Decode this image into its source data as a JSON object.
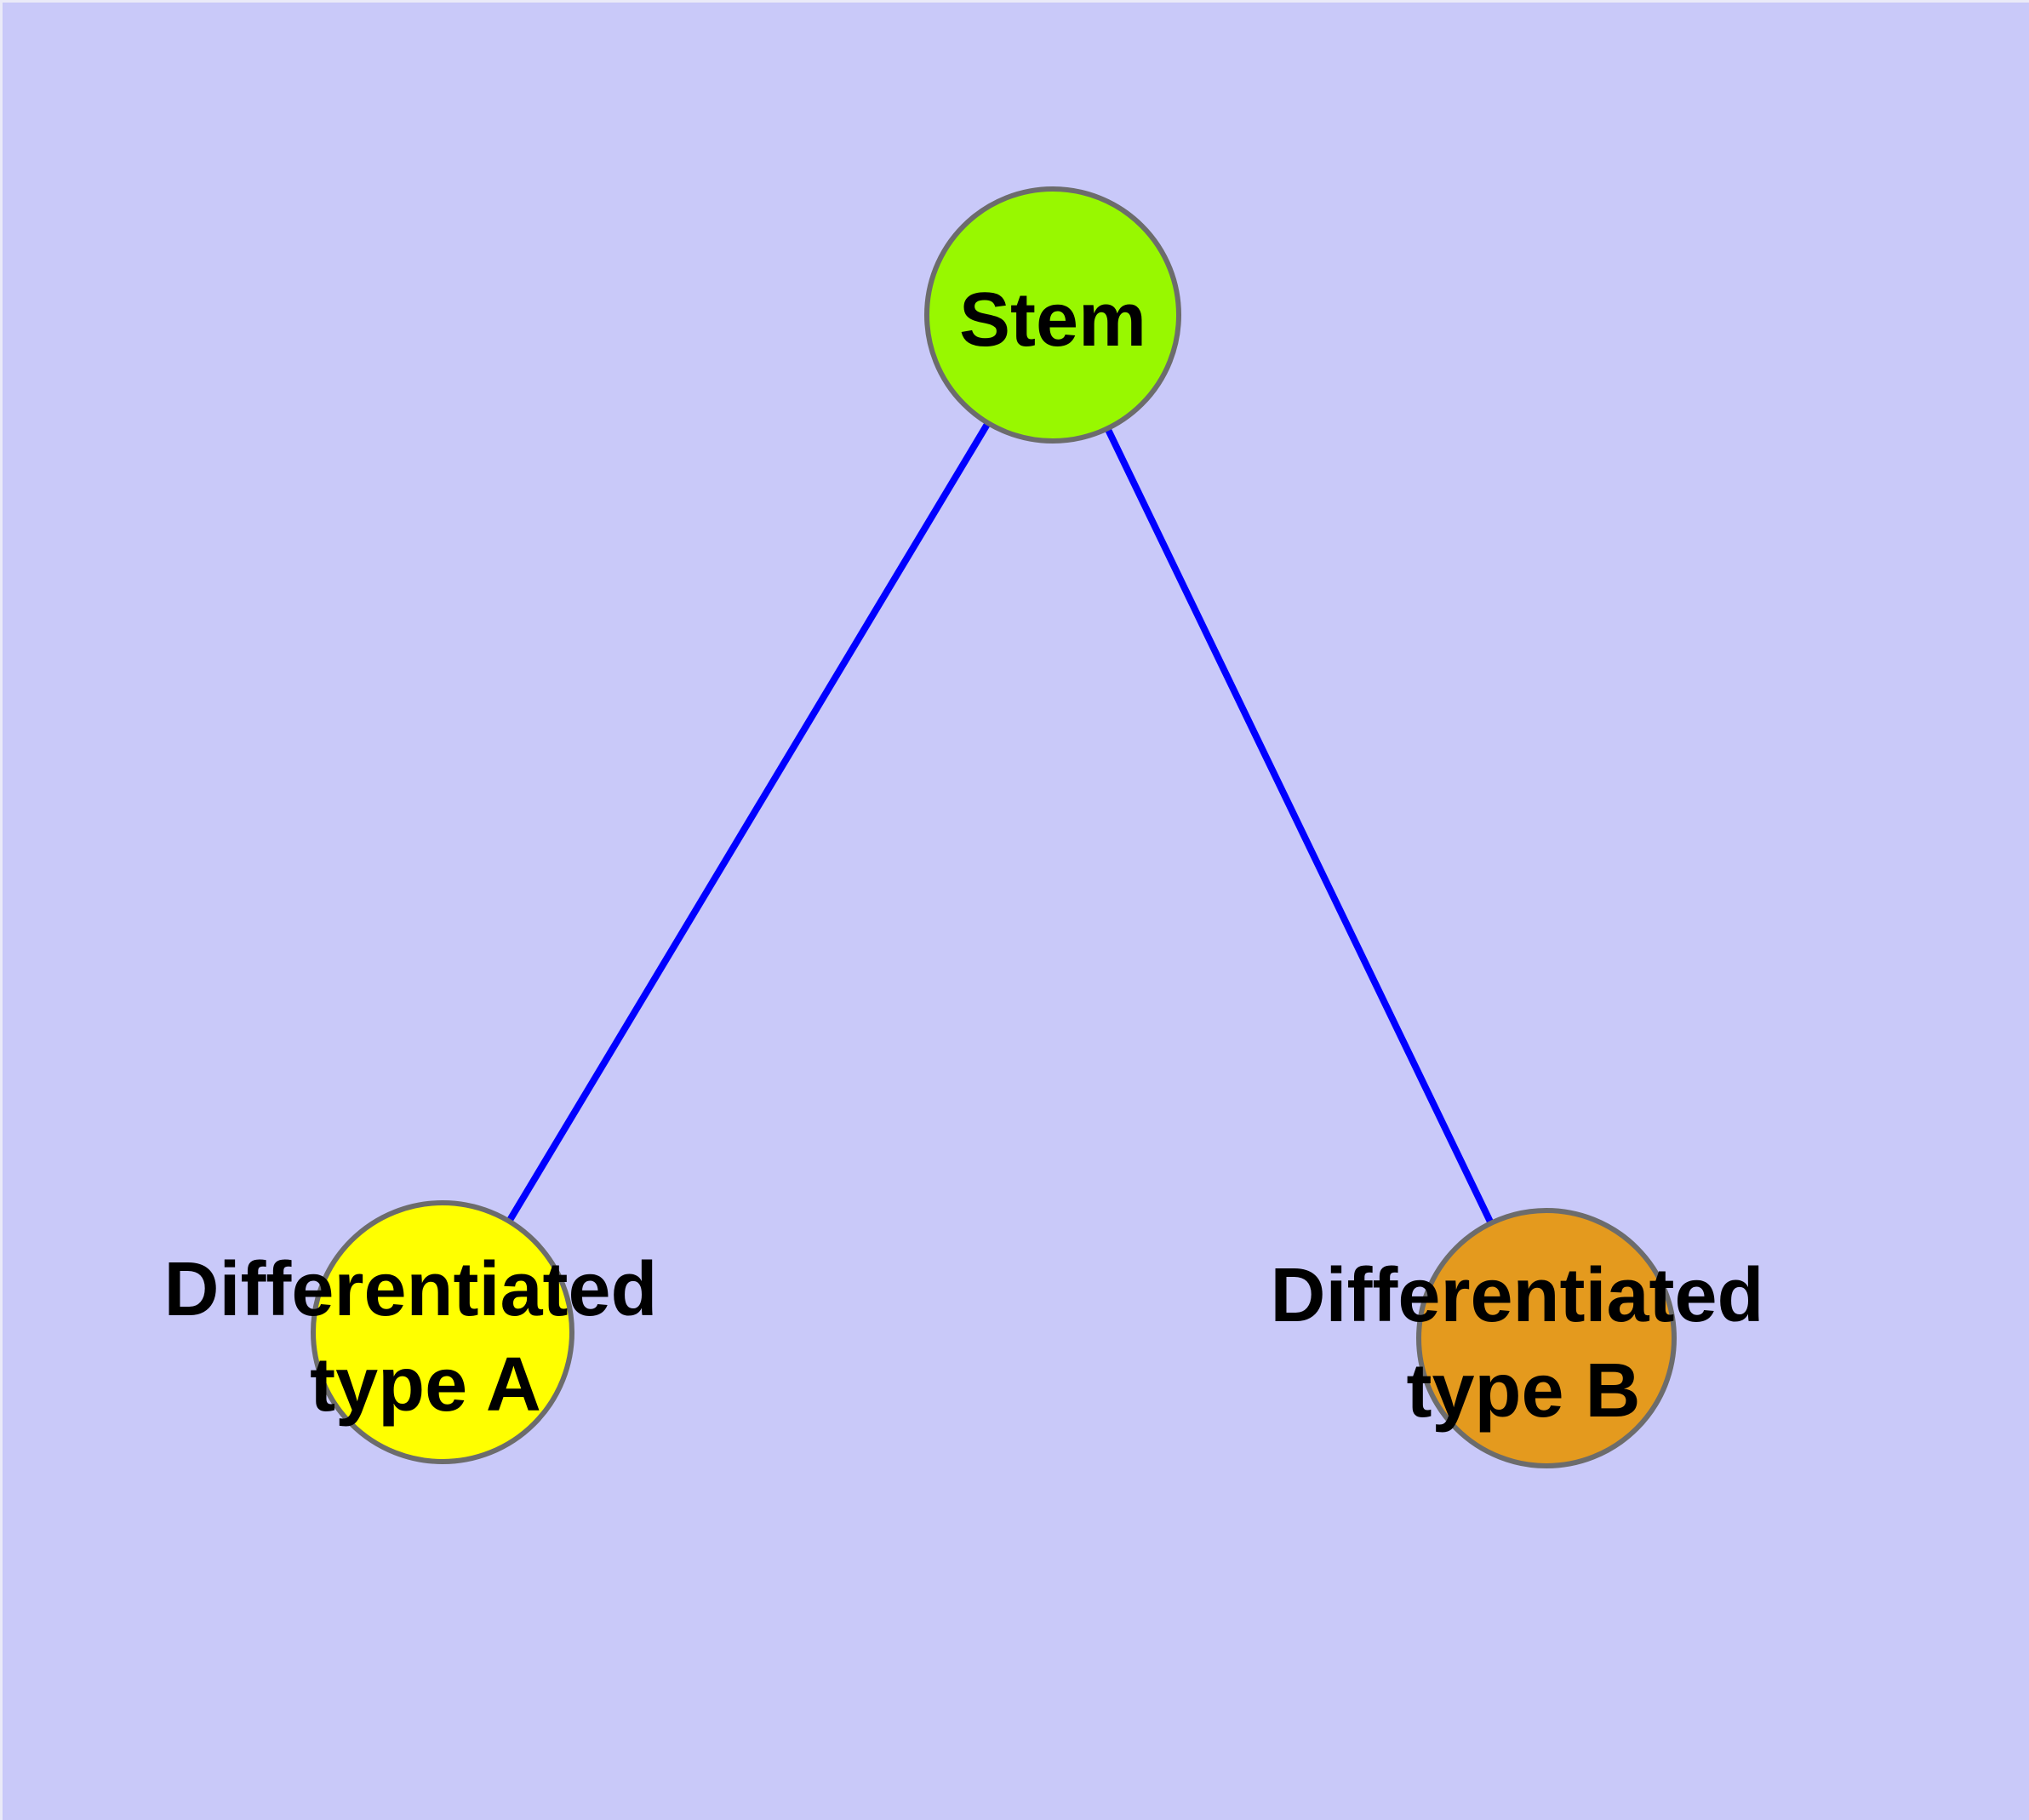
{
  "colors": {
    "background": "#C9C9F9",
    "edge": "#0000FF",
    "node_border": "#6C6C6C",
    "stem_fill": "#98F800",
    "type_a_fill": "#FFFF00",
    "type_b_fill": "#E49A1E",
    "label_color": "#000000"
  },
  "nodes": [
    {
      "id": "stem",
      "line1": "Stem",
      "line2": ""
    },
    {
      "id": "differentiated-type-a",
      "line1": "Differentiated",
      "line2": "type A"
    },
    {
      "id": "differentiated-type-b",
      "line1": "Differentiated",
      "line2": "type B"
    }
  ],
  "edges": [
    {
      "from": "Stem",
      "to": "Differentiated type A"
    },
    {
      "from": "Stem",
      "to": "Differentiated type B"
    }
  ]
}
